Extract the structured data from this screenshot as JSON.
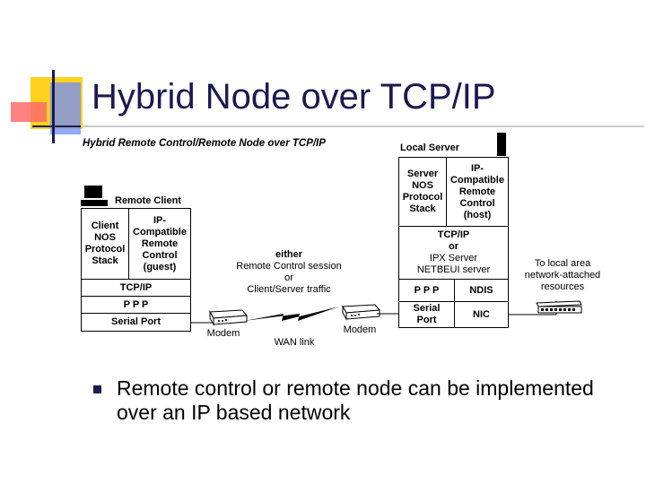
{
  "slide": {
    "title": "Hybrid Node over TCP/IP",
    "bullet": "Remote control or remote node can be implemented over an IP based network"
  },
  "diagram": {
    "title": "Hybrid Remote Control/Remote Node over TCP/IP",
    "remote_client": {
      "header": "Remote Client",
      "client_stack": "Client\nNOS\nProtocol\nStack",
      "ip_control": "IP-\nCompatible\nRemote\nControl\n(guest)",
      "tcpip": "TCP/IP",
      "ppp": "P P P",
      "serial_port": "Serial Port"
    },
    "local_server": {
      "header": "Local Server",
      "server_stack": "Server\nNOS\nProtocol\nStack",
      "ip_control": "IP-\nCompatible\nRemote\nControl\n(host)",
      "transport_bold": "TCP/IP\nor",
      "transport_plain": "IPX Server\nNETBEUI server",
      "ppp": "P P P",
      "ndis": "NDIS",
      "serial_port": "Serial\nPort",
      "nic": "NIC"
    },
    "middle": {
      "either": "either",
      "traffic": "Remote Control session\nor\nClient/Server traffic",
      "modem_left": "Modem",
      "modem_right": "Modem",
      "wan_link": "WAN link"
    },
    "lan": {
      "label": "To local area\nnetwork-attached\nresources"
    }
  }
}
